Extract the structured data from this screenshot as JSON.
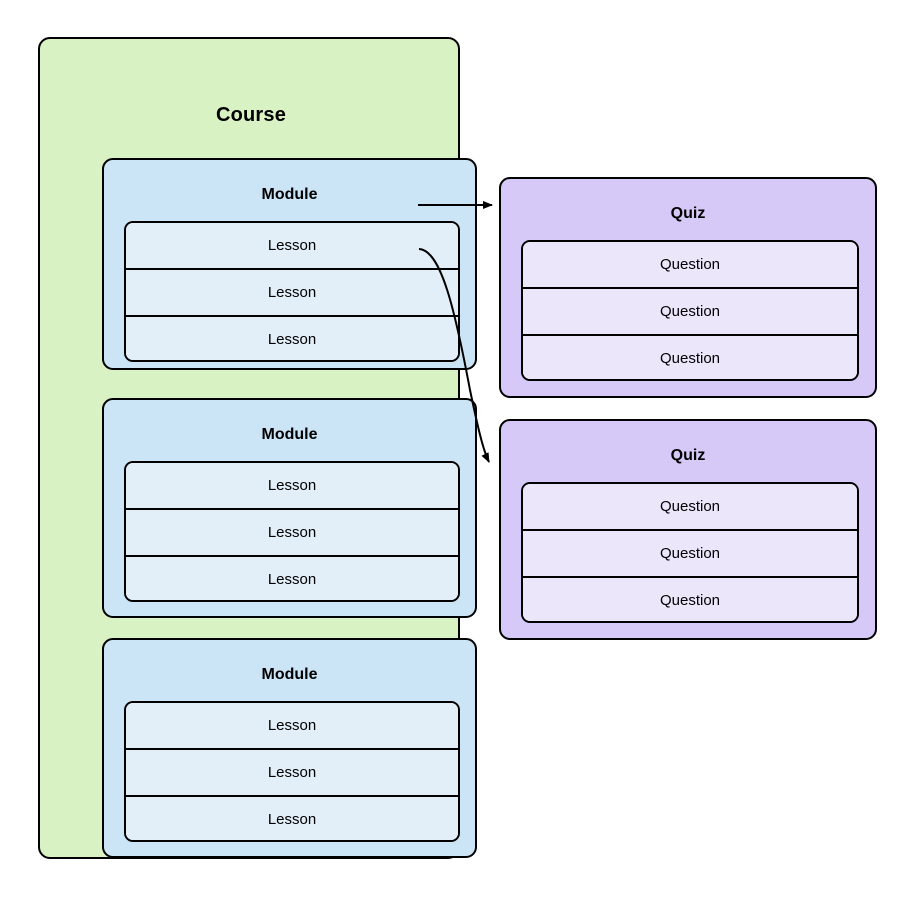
{
  "diagram": {
    "title_visible": false,
    "background": "#ffffff",
    "colors": {
      "course_fill": "#d9f2c4",
      "module_fill": "#cce5f6",
      "lesson_fill": "#e2eff9",
      "quiz_fill": "#d7c9f7",
      "question_fill": "#ece6fa",
      "stroke": "#000000"
    }
  },
  "course": {
    "label": "Course",
    "modules": [
      {
        "label": "Module",
        "lessons": [
          {
            "label": "Lesson"
          },
          {
            "label": "Lesson"
          },
          {
            "label": "Lesson"
          }
        ]
      },
      {
        "label": "Module",
        "lessons": [
          {
            "label": "Lesson"
          },
          {
            "label": "Lesson"
          },
          {
            "label": "Lesson"
          }
        ]
      },
      {
        "label": "Module",
        "lessons": [
          {
            "label": "Lesson"
          },
          {
            "label": "Lesson"
          },
          {
            "label": "Lesson"
          }
        ]
      }
    ]
  },
  "quizzes": [
    {
      "label": "Quiz",
      "questions": [
        {
          "label": "Question"
        },
        {
          "label": "Question"
        },
        {
          "label": "Question"
        }
      ]
    },
    {
      "label": "Quiz",
      "questions": [
        {
          "label": "Question"
        },
        {
          "label": "Question"
        },
        {
          "label": "Question"
        }
      ]
    }
  ],
  "connectors": [
    {
      "name": "lesson-1-to-quiz-1",
      "from": "module-1-lesson-1",
      "to": "quiz-1",
      "style": "straight-arrow"
    },
    {
      "name": "lesson-2-to-quiz-2",
      "from": "module-1-lesson-2",
      "to": "quiz-2",
      "style": "curved-arrow"
    }
  ]
}
